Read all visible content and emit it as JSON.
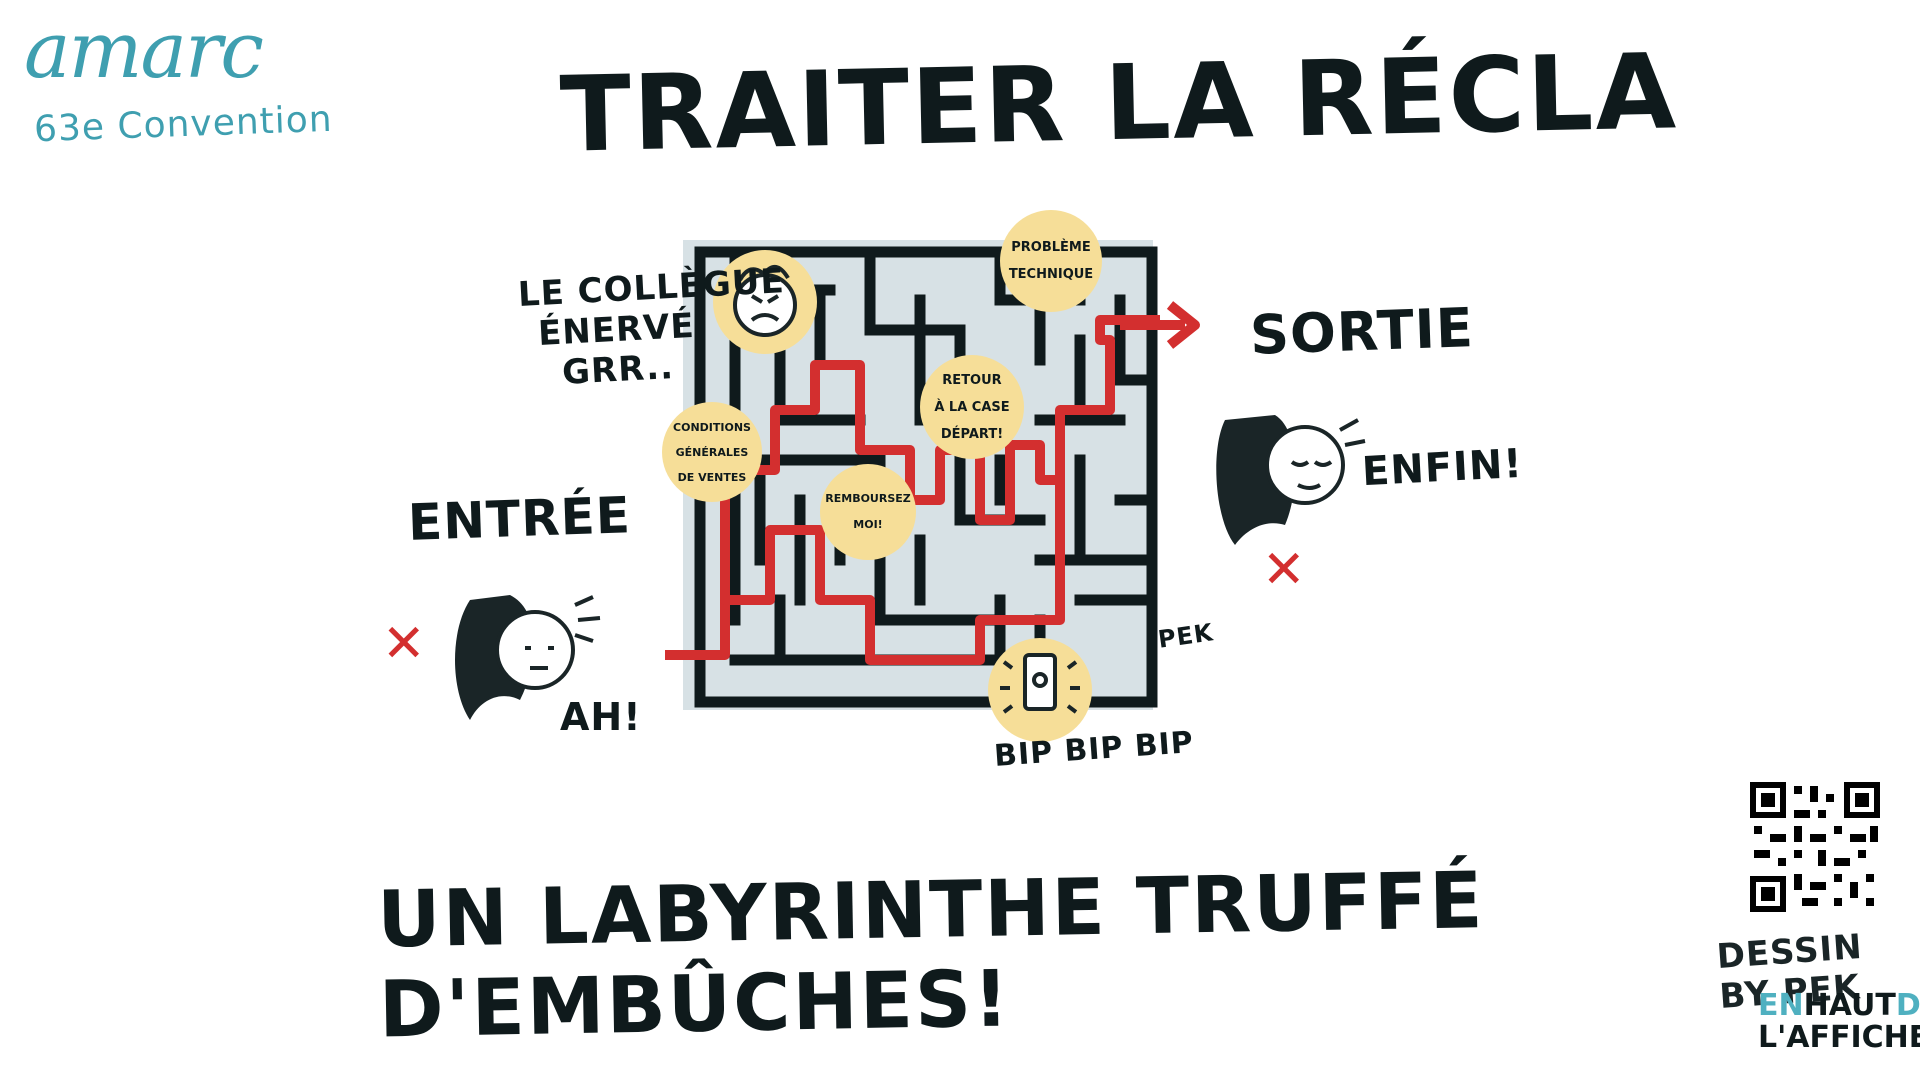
{
  "logo": {
    "word": "amarc",
    "sub": "63e Convention",
    "color": "#3f9fb0"
  },
  "title": "TRAITER LA RÉCLA",
  "bottom_title": "UN LABYRINTHE TRUFFÉ D'EMBÛCHES!",
  "labels": {
    "entree": "ENTRÉE",
    "sortie": "SORTIE",
    "ah": "AH!",
    "enfin": "ENFIN!",
    "collegue": [
      "LE COLLÈGUE",
      "ÉNERVÉ",
      "GRR.."
    ],
    "bip": "BIP BIP BIP",
    "pek": "PEK"
  },
  "bubbles": {
    "probleme": [
      "PROBLÈME",
      "TECHNIQUE"
    ],
    "retour": [
      "RETOUR",
      "À LA CASE",
      "DÉPART!"
    ],
    "conditions": [
      "CONDITIONS",
      "GÉNÉRALES",
      "DE VENTES"
    ],
    "rembourse": [
      "REMBOURSEZ",
      "MOI!"
    ]
  },
  "credit": "DESSIN BY PEK",
  "brand": {
    "line1a": "EN",
    "line1b": "HAUT",
    "line1c": "DE",
    "line2": "L'AFFICHE"
  },
  "colors": {
    "path": "#d32f2f",
    "bubble": "#f6de98",
    "ink": "#0f1a1c",
    "accent": "#4fb0c0"
  },
  "icons": [
    "angry-face-icon",
    "phone-icon",
    "person-icon",
    "qr-code-icon",
    "arrow-icon"
  ]
}
